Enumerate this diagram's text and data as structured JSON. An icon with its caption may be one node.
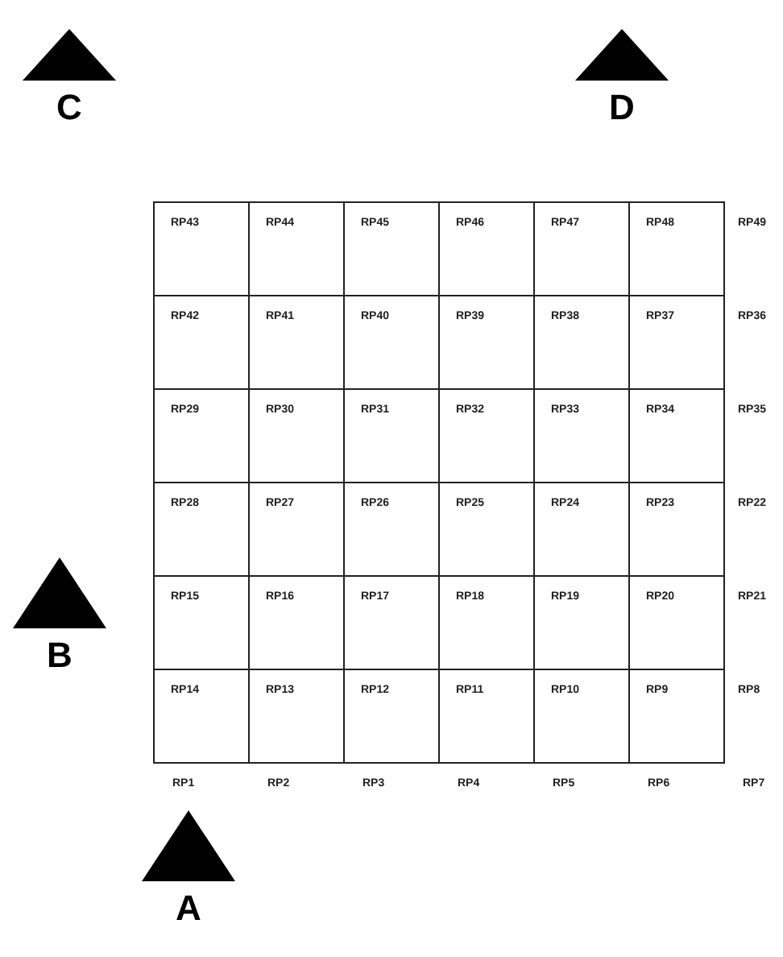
{
  "diagram": {
    "nodes": [
      {
        "text": [
          "C"
        ]
      },
      {
        "text": [
          "D"
        ]
      },
      {
        "text": [
          "RP43"
        ]
      },
      {
        "text": [
          "RP44"
        ]
      },
      {
        "text": [
          "RP45"
        ]
      },
      {
        "text": [
          "RP46"
        ]
      },
      {
        "text": [
          "RP47"
        ]
      },
      {
        "text": [
          "RP48"
        ]
      },
      {
        "text": [
          "RP42"
        ]
      },
      {
        "text": [
          "RP41"
        ]
      },
      {
        "text": [
          "RP40"
        ]
      },
      {
        "text": [
          "RP39"
        ]
      },
      {
        "text": [
          "RP38"
        ]
      },
      {
        "text": [
          "RP37"
        ]
      },
      {
        "text": [
          "RP29"
        ]
      },
      {
        "text": [
          "RP30"
        ]
      },
      {
        "text": [
          "RP31"
        ]
      },
      {
        "text": [
          "RP32"
        ]
      },
      {
        "text": [
          "RP33"
        ]
      },
      {
        "text": [
          "RP34"
        ]
      },
      {
        "text": [
          "RP28"
        ]
      },
      {
        "text": [
          "RP27"
        ]
      },
      {
        "text": [
          "RP26"
        ]
      },
      {
        "text": [
          "RP25"
        ]
      },
      {
        "text": [
          "RP24"
        ]
      },
      {
        "text": [
          "RP23"
        ]
      },
      {
        "text": [
          "RP15"
        ]
      },
      {
        "text": [
          "RP16"
        ]
      },
      {
        "text": [
          "RP17"
        ]
      },
      {
        "text": [
          "RP18"
        ]
      },
      {
        "text": [
          "RP19"
        ]
      },
      {
        "text": [
          "RP20"
        ]
      },
      {
        "text": [
          "RP14"
        ]
      },
      {
        "text": [
          "RP13"
        ]
      },
      {
        "text": [
          "RP12"
        ]
      },
      {
        "text": [
          "RP11"
        ]
      },
      {
        "text": [
          "RP10"
        ]
      },
      {
        "text": [
          "RP9"
        ]
      },
      {
        "text": [
          "B"
        ]
      },
      {
        "text": [
          "A"
        ]
      }
    ],
    "edges": [],
    "labels": [
      "RP49",
      "RP36",
      "RP35",
      "RP22",
      "RP21",
      "RP8",
      "RP1",
      "RP2",
      "RP3",
      "RP4",
      "RP5",
      "RP6",
      "RP7"
    ]
  }
}
